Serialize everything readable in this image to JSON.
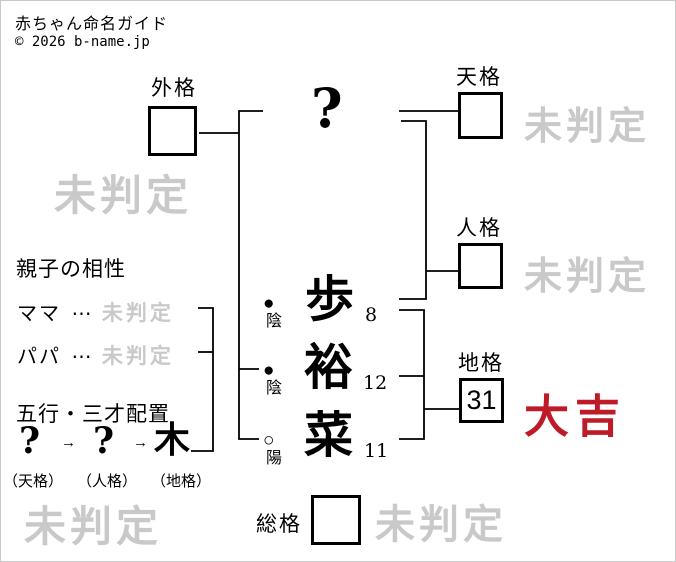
{
  "header": {
    "title": "赤ちゃん命名ガイド",
    "copyright": "© 2026 b-name.jp"
  },
  "surname": {
    "placeholder": "?"
  },
  "name_chars": [
    {
      "char": "歩",
      "strokes": "8",
      "polarity_mark": "●",
      "polarity_label": "陰"
    },
    {
      "char": "裕",
      "strokes": "12",
      "polarity_mark": "●",
      "polarity_label": "陰"
    },
    {
      "char": "菜",
      "strokes": "11",
      "polarity_mark": "○",
      "polarity_label": "陽"
    }
  ],
  "kaku": {
    "gaikaku": {
      "label": "外格",
      "value": "",
      "result": "未判定"
    },
    "tenkaku": {
      "label": "天格",
      "value": "",
      "result": "未判定"
    },
    "jinkaku": {
      "label": "人格",
      "value": "",
      "result": "未判定"
    },
    "chikaku": {
      "label": "地格",
      "value": "31",
      "result": "大吉"
    },
    "soukaku": {
      "label": "総格",
      "value": "",
      "result": "未判定"
    }
  },
  "compatibility": {
    "heading": "親子の相性",
    "rows": [
      {
        "label": "ママ",
        "dots": "⋯",
        "result": "未判定"
      },
      {
        "label": "パパ",
        "dots": "⋯",
        "result": "未判定"
      }
    ]
  },
  "gogyou": {
    "heading": "五行・三才配置",
    "arrow": "→",
    "items": [
      {
        "element": "?",
        "caption": "（天格）"
      },
      {
        "element": "?",
        "caption": "（人格）"
      },
      {
        "element": "木",
        "caption": "（地格）"
      }
    ]
  },
  "watermark_bottom_left": "未判定",
  "colors": {
    "pending_gray": "#c9c9c9",
    "daikichi_red": "#bf1a28",
    "line_black": "#000000"
  }
}
